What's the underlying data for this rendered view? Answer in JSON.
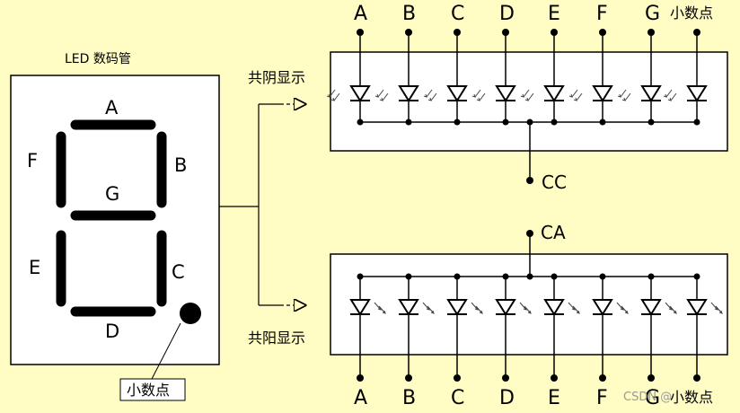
{
  "title": "LED 数码管",
  "segments": {
    "A": "A",
    "B": "B",
    "C": "C",
    "D": "D",
    "E": "E",
    "F": "F",
    "G": "G"
  },
  "dp_label": "小数点",
  "common_cathode": {
    "label": "共阴显示",
    "pins": [
      "A",
      "B",
      "C",
      "D",
      "E",
      "F",
      "G"
    ],
    "dp_label": "小数点",
    "common_pin": "CC"
  },
  "common_anode": {
    "label": "共阳显示",
    "pins": [
      "A",
      "B",
      "C",
      "D",
      "E",
      "F",
      "G"
    ],
    "dp_label": "小数点",
    "common_pin": "CA"
  },
  "watermark": "CSDN @"
}
